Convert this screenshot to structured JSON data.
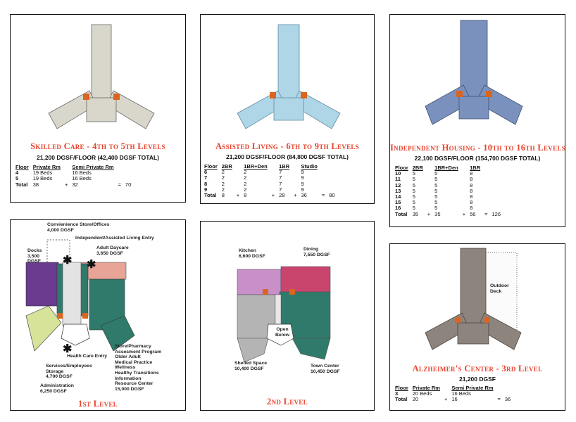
{
  "colors": {
    "accent": "#e8432d",
    "skilled": "#d9d7cb",
    "assisted": "#aed6e6",
    "independent": "#7a91bd",
    "alzheimer": "#8c847d",
    "core": "#d9651f"
  },
  "skilled": {
    "title": "Skilled Care - 4th to 5th Levels",
    "subtitle": "21,200 DGSF/FLOOR (42,400 DGSF TOTAL)",
    "headers": [
      "Floor",
      "Private Rm",
      "Semi Private Rm"
    ],
    "rows": [
      [
        "4",
        "19 Beds",
        "16 Beds"
      ],
      [
        "5",
        "19 Beds",
        "16 Beds"
      ]
    ],
    "total": [
      "Total",
      "38",
      "+",
      "32",
      "=",
      "70"
    ]
  },
  "assisted": {
    "title": "Assisted Living - 6th to 9th Levels",
    "subtitle": "21,200 DGSF/FLOOR (84,800 DGSF TOTAL)",
    "headers": [
      "Floor",
      "2BR",
      "1BR+Den",
      "1BR",
      "Studio"
    ],
    "rows": [
      [
        "6",
        "2",
        "2",
        "7",
        "9"
      ],
      [
        "7",
        "2",
        "2",
        "7",
        "9"
      ],
      [
        "8",
        "2",
        "2",
        "7",
        "9"
      ],
      [
        "9",
        "2",
        "2",
        "7",
        "9"
      ]
    ],
    "total": [
      "Total",
      "8",
      "+",
      "8",
      "+",
      "28",
      "+",
      "36",
      "=",
      "80"
    ]
  },
  "independent": {
    "title": "Independent Housing - 10th to 16th Levels",
    "subtitle": "22,100 DGSF/FLOOR (154,700 DGSF TOTAL)",
    "headers": [
      "Floor",
      "2BR",
      "1BR+Den",
      "1BR"
    ],
    "rows": [
      [
        "10",
        "5",
        "5",
        "8"
      ],
      [
        "11",
        "5",
        "5",
        "8"
      ],
      [
        "12",
        "5",
        "5",
        "8"
      ],
      [
        "13",
        "5",
        "5",
        "8"
      ],
      [
        "14",
        "5",
        "5",
        "8"
      ],
      [
        "15",
        "5",
        "5",
        "8"
      ],
      [
        "16",
        "5",
        "5",
        "8"
      ]
    ],
    "total": [
      "Total",
      "35",
      "+",
      "35",
      "+",
      "56",
      "=",
      "126"
    ]
  },
  "level1": {
    "title": "1st Level",
    "labels": {
      "store": "Convienience Store/Offices\n4,000 DGSF",
      "entry": "Independent/Assisted Living Entry",
      "daycare": "Adult Daycare\n3,650 DGSF",
      "docks": "Docks\n3,500\nDGSF",
      "hcentry": "Health Care Entry",
      "services": "Services/Employees\nStorage\n4,700 DGSF",
      "admin": "Administration\n6,250 DGSF",
      "pharmacy": "Store/Pharmacy\nAssesment Program\nOlder Adult\nMedical Practice\nWellness\nHealthy Transitions\nInformation\nResource Center\n15,000 DGSF"
    }
  },
  "level2": {
    "title": "2nd Level",
    "labels": {
      "kitchen": "Kitchen\n6,600 DGSF",
      "dining": "Dining\n7,550 DGSF",
      "open": "Open\nBelow",
      "shelled": "Shelled Space\n10,400 DGSF",
      "town": "Town Center\n10,450 DGSF"
    }
  },
  "alz": {
    "title": "Alzheimer's Center - 3rd Level",
    "subtitle": "21,200 DGSF",
    "deck": "Outdoor\nDeck",
    "headers": [
      "Floor",
      "Private Rm",
      "Semi Private Rm"
    ],
    "rows": [
      [
        "3",
        "20 Beds",
        "16 Beds"
      ]
    ],
    "total": [
      "Total",
      "20",
      "+",
      "16",
      "=",
      "36"
    ]
  }
}
